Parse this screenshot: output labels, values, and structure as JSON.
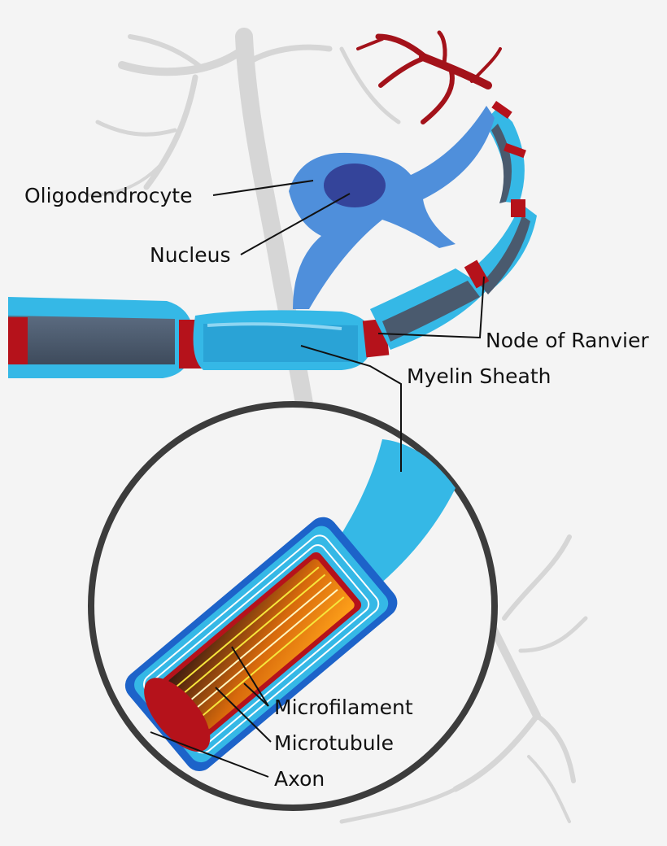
{
  "labels": {
    "oligodendrocyte": "Oligodendrocyte",
    "nucleus": "Nucleus",
    "node_of_ranvier": "Node of Ranvier",
    "myelin_sheath": "Myelin Sheath",
    "microfilament": "Microfilament",
    "microtubule": "Microtubule",
    "axon": "Axon"
  },
  "colors": {
    "background": "#f4f4f4",
    "ghost_neuron": "#d6d6d6",
    "myelin_light": "#35b8e6",
    "myelin_mid": "#2aa3d6",
    "myelin_highlight": "#8fd6f2",
    "axon_core": "#4a5a6e",
    "node_red": "#b5121b",
    "oligodendrocyte": "#4f8fdb",
    "nucleus": "#34449a",
    "terminal_red": "#a3121a",
    "inset_ring": "#3c3c3c",
    "myelin_layers": "#1d63c9",
    "cytoplasm_orange": "#f08a10",
    "filament_yellow": "#f6e63c"
  }
}
